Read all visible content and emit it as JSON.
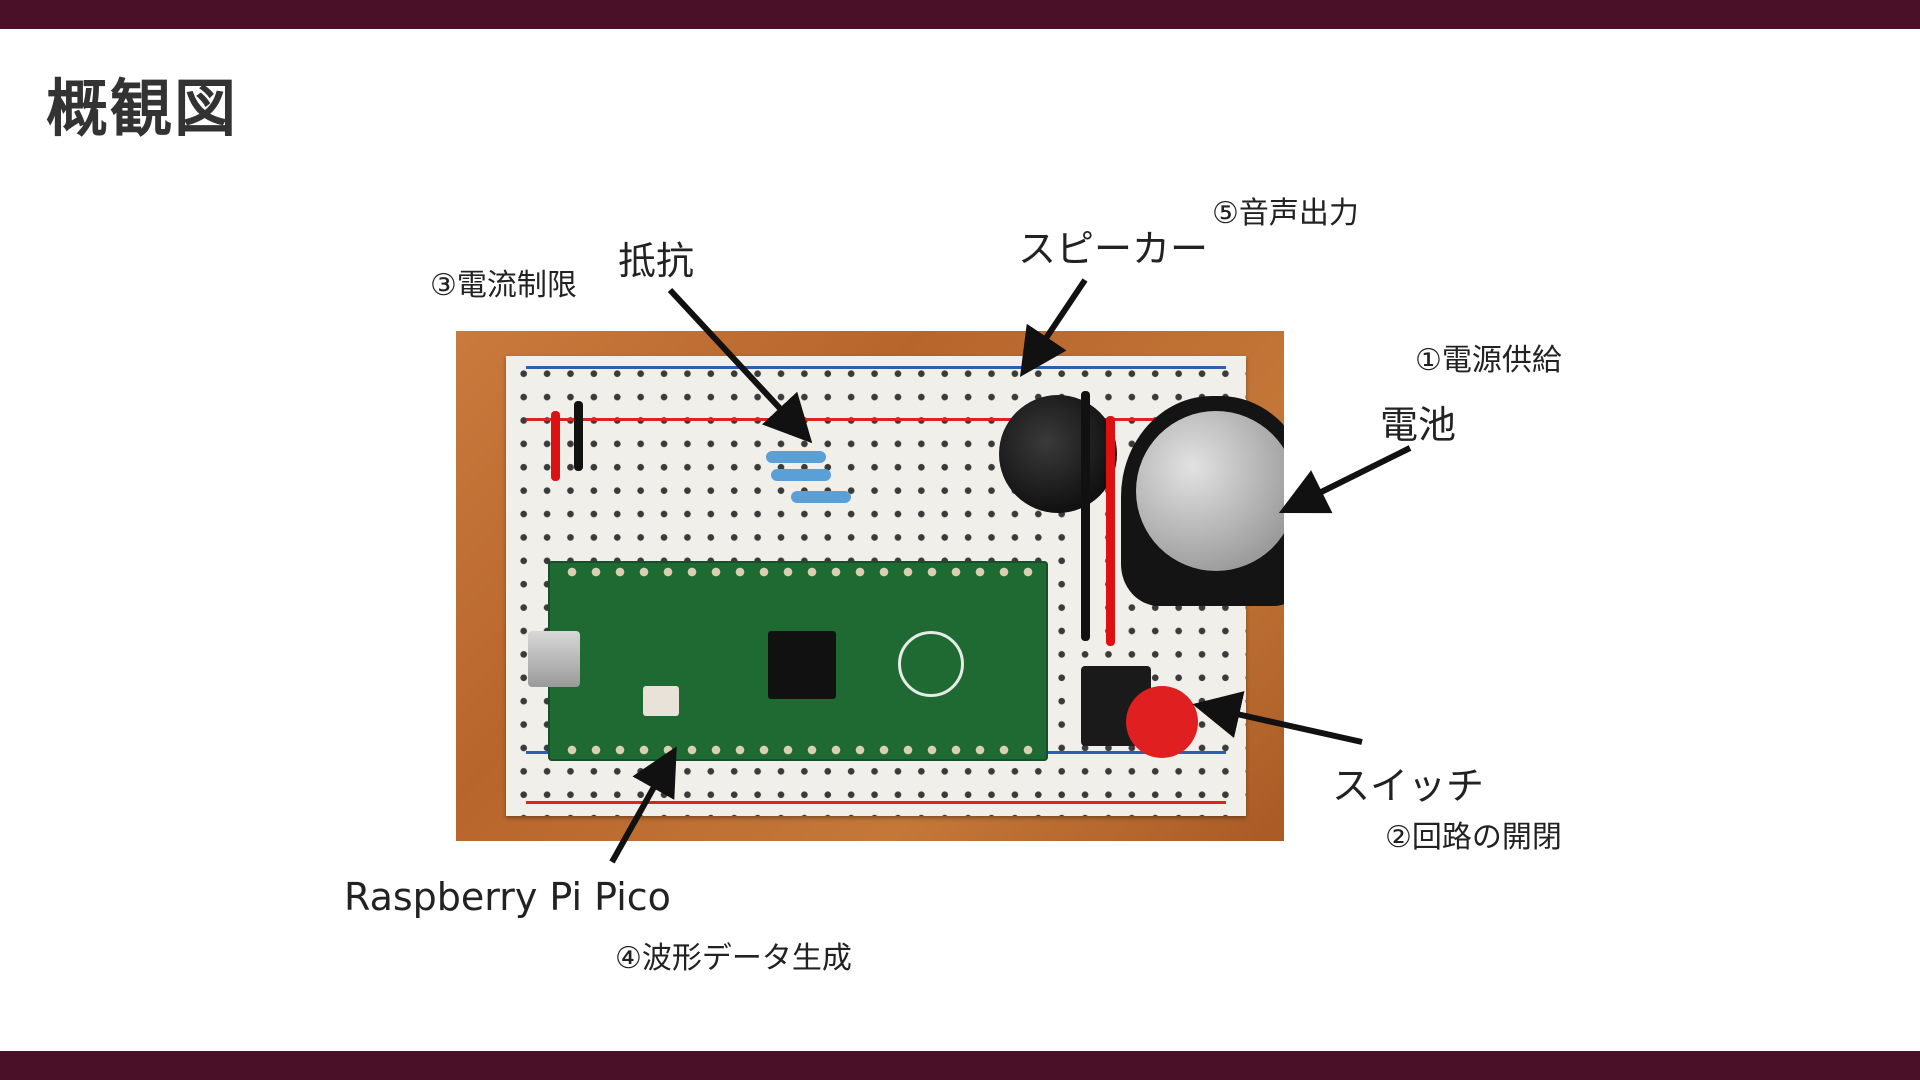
{
  "slide": {
    "title": "概観図",
    "bar_color": "#4a1028"
  },
  "labels": {
    "resistor": "抵抗",
    "resistor_role": "③電流制限",
    "speaker": "スピーカー",
    "speaker_role": "⑤音声出力",
    "battery": "電池",
    "battery_role": "①電源供給",
    "switch": "スイッチ",
    "switch_role": "②回路の開閉",
    "pico": "Raspberry Pi Pico",
    "pico_role": "④波形データ生成"
  }
}
